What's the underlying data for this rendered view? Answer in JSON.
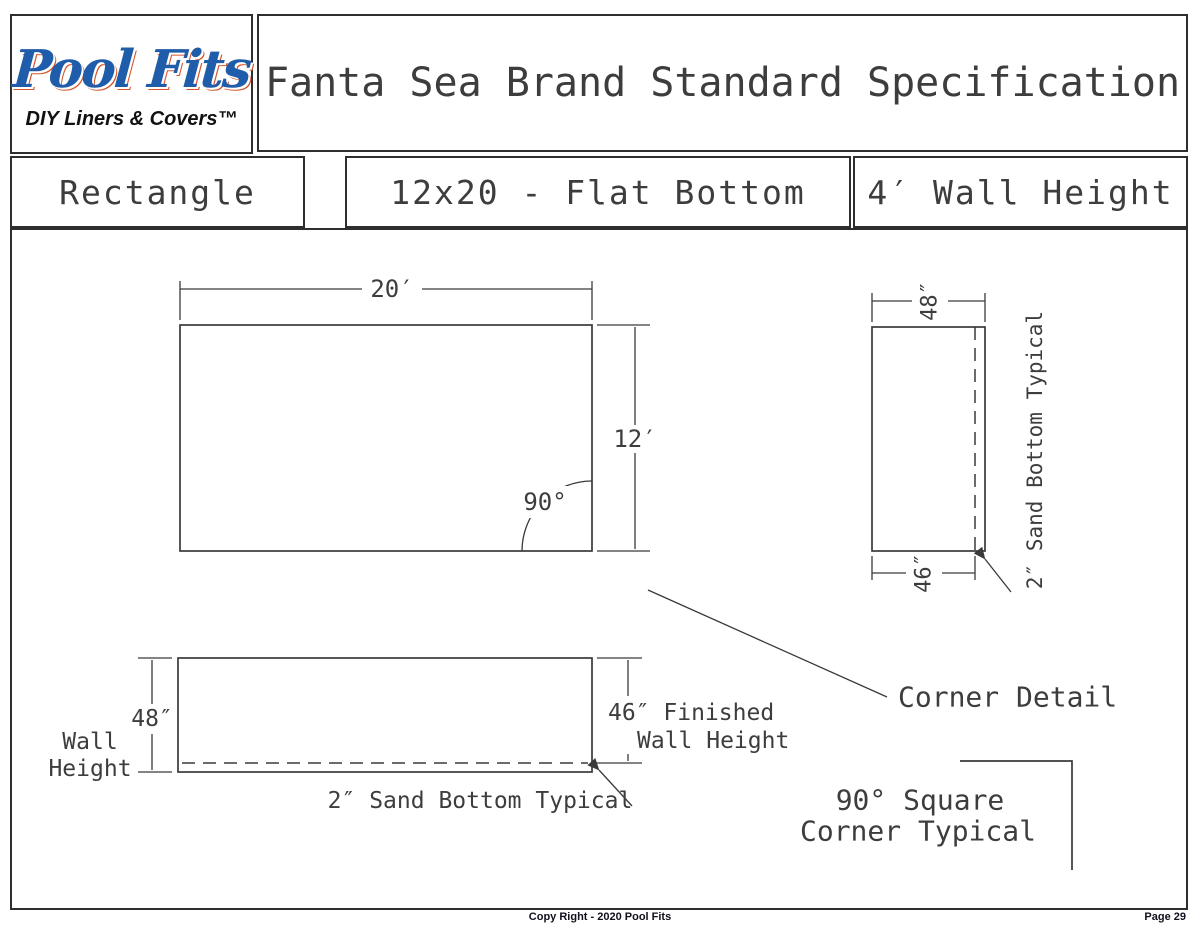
{
  "header": {
    "logo": {
      "brand": "Pool Fits",
      "tagline": "DIY Liners & Covers™"
    },
    "title": "Fanta Sea Brand Standard Specification"
  },
  "spec_row": {
    "shape": "Rectangle",
    "size": "12x20 - Flat Bottom",
    "wall_height": "4′ Wall Height"
  },
  "drawing": {
    "plan_view": {
      "width_label": "20′",
      "height_label": "12′",
      "angle_label": "90°"
    },
    "corner_detail": {
      "label": "Corner Detail",
      "wall_height_label": "48″",
      "finished_height_label": "46″",
      "sand_note": "2″ Sand Bottom Typical"
    },
    "elevation": {
      "wall_height_label": "48″",
      "caption_line1": "Wall",
      "caption_line2": "Height",
      "finished_line1": "46″ Finished",
      "finished_line2": "Wall Height",
      "sand_note": "2″ Sand Bottom Typical"
    },
    "square_corner": {
      "line1": "90° Square",
      "line2": "Corner Typical"
    }
  },
  "footer": {
    "copyright": "Copy Right - 2020 Pool Fits",
    "page": "Page 29"
  },
  "colors": {
    "logo_blue": "#1f5ca9",
    "logo_outline": "#d4552c",
    "line": "#3a3a3a"
  }
}
